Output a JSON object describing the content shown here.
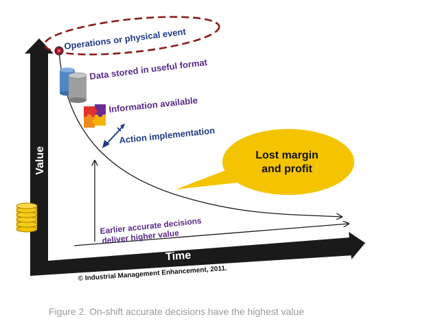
{
  "diagram": {
    "labels": {
      "operations_event": "Operations or physical event",
      "data_stored": "Data stored in useful format",
      "information_available": "Information available",
      "action_implementation": "Action implementation",
      "lost_margin_line1": "Lost margin",
      "lost_margin_line2": "and profit",
      "earlier_line1": "Earlier accurate decisions",
      "earlier_line2": "deliver higher value",
      "y_axis": "Value",
      "x_axis": "Time",
      "copyright": "© Industrial Management Enhancement, 2011."
    },
    "icons": {
      "event": "event-dot-icon",
      "database": "database-icon",
      "puzzle": "puzzle-icon",
      "action": "action-arrow-icon",
      "coins": "coin-stack-icon"
    },
    "colors": {
      "label_blue": "#1f3b87",
      "label_purple": "#5a2a8a",
      "axis": "#1a1a1a",
      "ellipse": "#8b1a1a",
      "callout": "#f5c400",
      "coins": "#f2c300",
      "event_dot": "#a0162a"
    }
  },
  "caption": "Figure 2. On-shift accurate decisions have the highest value"
}
